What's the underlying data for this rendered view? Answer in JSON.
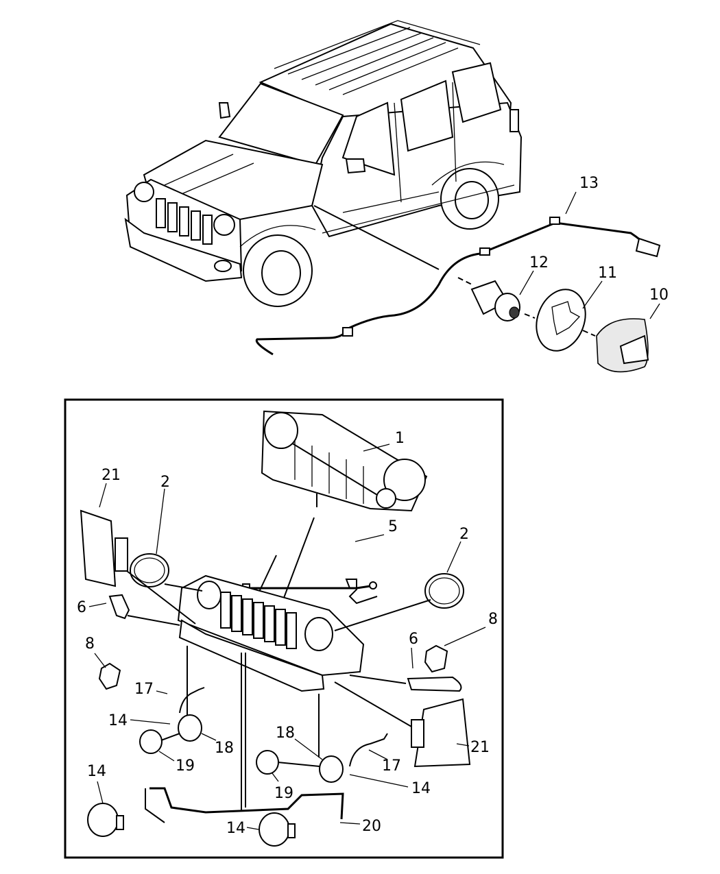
{
  "callouts": {
    "c1": "1",
    "c2a": "2",
    "c2b": "2",
    "c5": "5",
    "c6a": "6",
    "c6b": "6",
    "c8a": "8",
    "c8b": "8",
    "c10": "10",
    "c11": "11",
    "c12": "12",
    "c13": "13",
    "c14a": "14",
    "c14b": "14",
    "c14c": "14",
    "c14d": "14",
    "c17a": "17",
    "c17b": "17",
    "c18a": "18",
    "c18b": "18",
    "c19a": "19",
    "c19b": "19",
    "c20": "20",
    "c21a": "21",
    "c21b": "21"
  }
}
